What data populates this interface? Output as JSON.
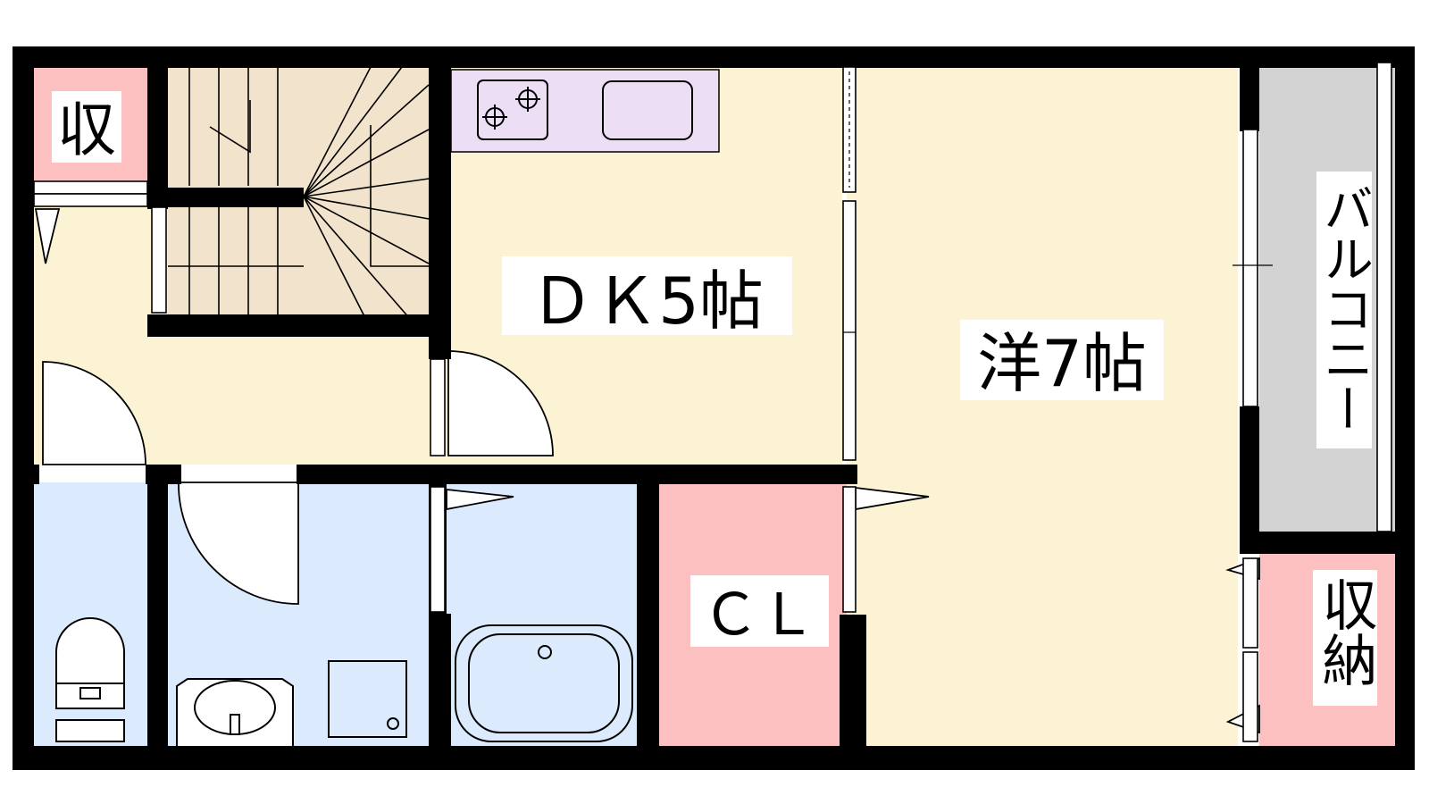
{
  "colors": {
    "wall": "#000000",
    "living": "#fcf2d4",
    "stairs": "#f2e4cc",
    "kitchen": "#ecdff5",
    "storage": "#fcc0c0",
    "wet": "#dbeafd",
    "balcony": "#d3d3d3"
  },
  "icons": [
    "stove-icon",
    "sink-icon",
    "toilet-icon",
    "washbasin-icon",
    "washer-pan-icon",
    "bathtub-icon"
  ],
  "rooms": {
    "storage_top_left": "収",
    "dk": "ＤＫ5帖",
    "western": "洋7帖",
    "closet": "ＣＬ",
    "balcony": "バルコニー",
    "storage_right": "収納"
  }
}
